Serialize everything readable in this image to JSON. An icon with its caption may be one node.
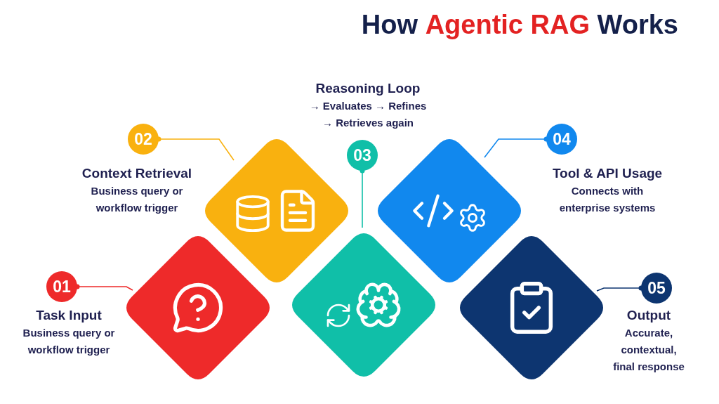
{
  "diagram": {
    "title": "How **Agentic RAG** Works",
    "nodes": [
      {
        "text": [
          "01"
        ],
        "beside": [
          "Task Input",
          "Business query or workflow trigger"
        ]
      },
      {
        "text": [],
        "shape": "diamond"
      },
      {
        "text": [
          "02"
        ],
        "beside": [
          "Context Retrieval",
          "Business query or workflow trigger"
        ]
      },
      {
        "text": [],
        "shape": "diamond"
      },
      {
        "text": [
          "03"
        ],
        "beside": [
          "Reasoning Loop",
          "→ Evaluates → Refines → Retrieves again"
        ]
      },
      {
        "text": [],
        "shape": "diamond"
      },
      {
        "text": [
          "04"
        ],
        "beside": [
          "Tool & API Usage",
          "Connects with enterprise systems"
        ]
      },
      {
        "text": [],
        "shape": "diamond"
      },
      {
        "text": [
          "05"
        ],
        "beside": [
          "Output",
          "Accurate, contextual, final response"
        ]
      },
      {
        "text": [],
        "shape": "diamond"
      }
    ],
    "edges": [
      {
        "from": 0,
        "to": 1,
        "arrow": "other",
        "color": "#ee2a2a"
      },
      {
        "from": 2,
        "to": 3,
        "arrow": "other",
        "color": "#f9b10f"
      },
      {
        "from": 4,
        "to": 5,
        "arrow": "other",
        "color": "#10bfa8"
      },
      {
        "from": 6,
        "to": 7,
        "arrow": "other",
        "color": "#1188ee"
      },
      {
        "from": 8,
        "to": 9,
        "arrow": "other",
        "color": "#0d3570"
      }
    ]
  }
}
